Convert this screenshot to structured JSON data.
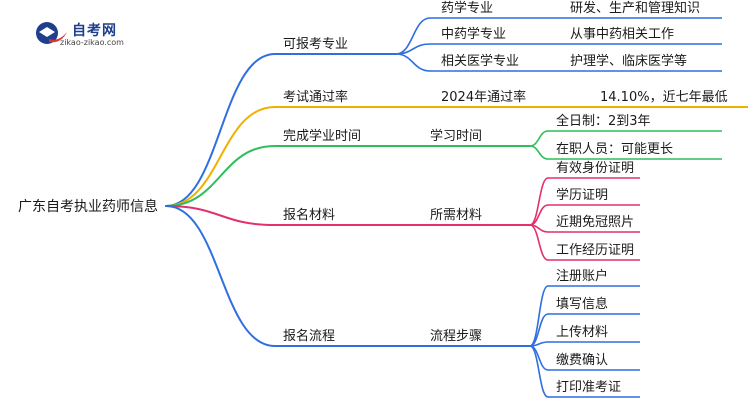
{
  "logo": {
    "name": "自考网",
    "url": "zikao-zikao.com"
  },
  "root": "广东自考执业药师信息",
  "branches": [
    {
      "label": "可报考专业",
      "color": "#2f6fe0",
      "children": [
        {
          "label": "药学专业",
          "detail": "研发、生产和管理知识"
        },
        {
          "label": "中药学专业",
          "detail": "从事中药相关工作"
        },
        {
          "label": "相关医学专业",
          "detail": "护理学、临床医学等"
        }
      ]
    },
    {
      "label": "考试通过率",
      "color": "#f0b000",
      "children": [
        {
          "label": "2024年通过率",
          "detail": "14.10%，近七年最低"
        }
      ]
    },
    {
      "label": "完成学业时间",
      "color": "#2fbe5a",
      "children": [
        {
          "label": "学习时间",
          "details": [
            "全日制：2到3年",
            "在职人员：可能更长"
          ]
        }
      ]
    },
    {
      "label": "报名材料",
      "color": "#e3306e",
      "children": [
        {
          "label": "所需材料",
          "details": [
            "有效身份证明",
            "学历证明",
            "近期免冠照片",
            "工作经历证明"
          ]
        }
      ]
    },
    {
      "label": "报名流程",
      "color": "#2f6fe0",
      "children": [
        {
          "label": "流程步骤",
          "details": [
            "注册账户",
            "填写信息",
            "上传材料",
            "缴费确认",
            "打印准考证"
          ]
        }
      ]
    }
  ]
}
